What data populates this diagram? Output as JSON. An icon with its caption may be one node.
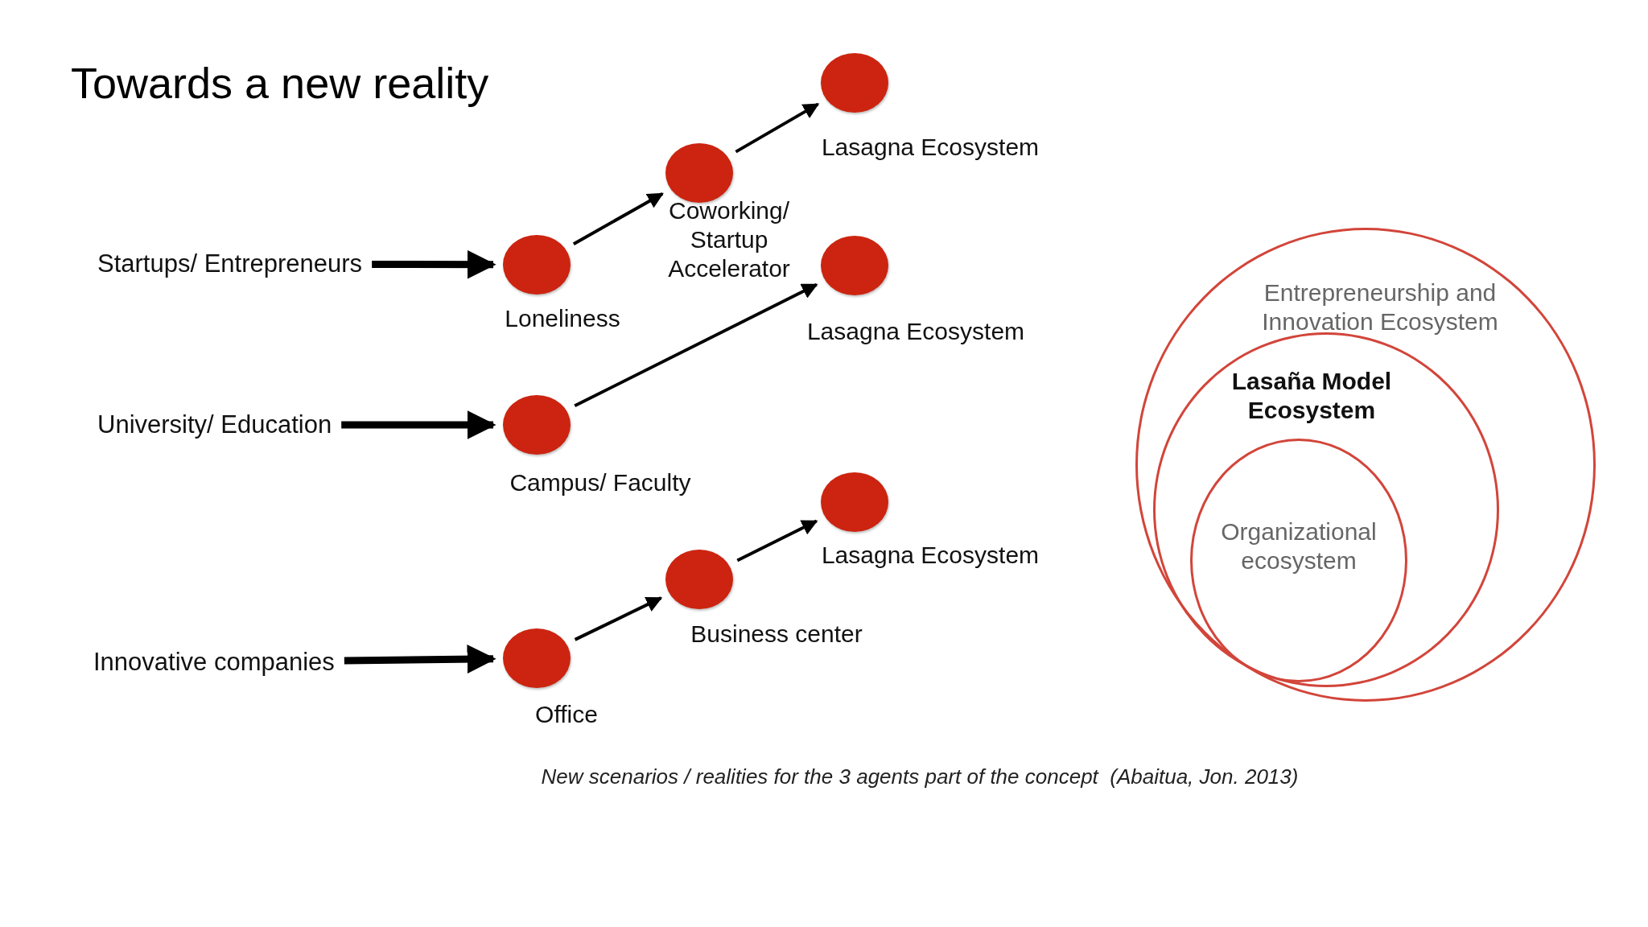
{
  "diagram": {
    "title": "Towards a new reality",
    "caption": "New scenarios / realities for the 3 agents part of the concept  (Abaitua, Jon. 2013)",
    "nodes": [
      {
        "text": [
          "Startups/ Entrepreneurs"
        ]
      },
      {
        "text": [],
        "shape": "circle",
        "beside": [
          "Loneliness"
        ]
      },
      {
        "text": [],
        "shape": "circle",
        "beside": [
          "Coworking/ Startup Accelerator"
        ]
      },
      {
        "text": [],
        "shape": "circle",
        "beside": [
          "Lasagna Ecosystem"
        ]
      },
      {
        "text": [
          "University/ Education"
        ]
      },
      {
        "text": [],
        "shape": "circle",
        "beside": [
          "Campus/ Faculty"
        ]
      },
      {
        "text": [],
        "shape": "circle",
        "beside": [
          "Lasagna Ecosystem"
        ]
      },
      {
        "text": [
          "Innovative companies"
        ]
      },
      {
        "text": [],
        "shape": "circle",
        "beside": [
          "Office"
        ]
      },
      {
        "text": [],
        "shape": "circle",
        "beside": [
          "Business center"
        ]
      },
      {
        "text": [],
        "shape": "circle",
        "beside": [
          "Lasagna Ecosystem"
        ]
      },
      {
        "text": [
          "Entrepreneurship and Innovation Ecosystem"
        ]
      },
      {
        "text": [
          "Lasaña Model Ecosystem"
        ],
        "in": 11
      },
      {
        "text": [
          "Organizational ecosystem"
        ],
        "in": 12
      }
    ],
    "edges": [
      {
        "from": 0,
        "to": 1,
        "arrow": "to",
        "style": "thick"
      },
      {
        "from": 1,
        "to": 2,
        "arrow": "to"
      },
      {
        "from": 2,
        "to": 3,
        "arrow": "to"
      },
      {
        "from": 4,
        "to": 5,
        "arrow": "to",
        "style": "thick"
      },
      {
        "from": 5,
        "to": 6,
        "arrow": "to"
      },
      {
        "from": 7,
        "to": 8,
        "arrow": "to",
        "style": "thick"
      },
      {
        "from": 8,
        "to": 9,
        "arrow": "to"
      },
      {
        "from": 9,
        "to": 10,
        "arrow": "to"
      }
    ]
  }
}
